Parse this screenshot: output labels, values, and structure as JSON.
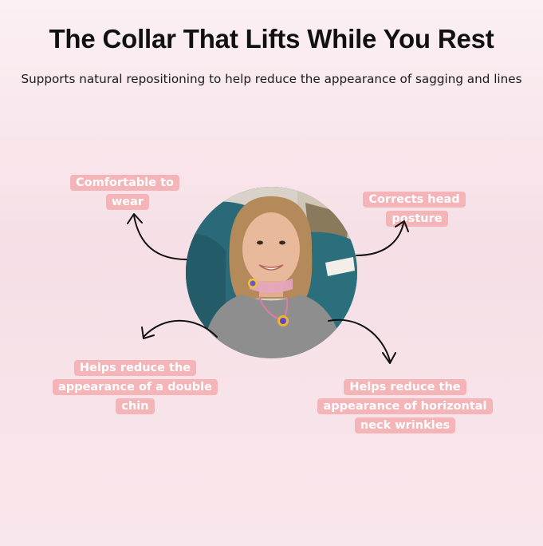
{
  "header": {
    "title": "The Collar That Lifts While You Rest",
    "subtitle": "Supports natural repositioning to help reduce the appearance of sagging and lines"
  },
  "benefits": [
    {
      "id": "comfort",
      "label": "Comfortable to wear"
    },
    {
      "id": "posture",
      "label": "Corrects head posture"
    },
    {
      "id": "chin",
      "label": "Helps reduce the appearance of a double chin"
    },
    {
      "id": "wrinkles",
      "label": "Helps reduce the appearance of horizontal neck wrinkles"
    }
  ],
  "colors": {
    "tag_background": "#f5b4b8",
    "tag_text": "#ffffff",
    "arrow": "#111111"
  }
}
